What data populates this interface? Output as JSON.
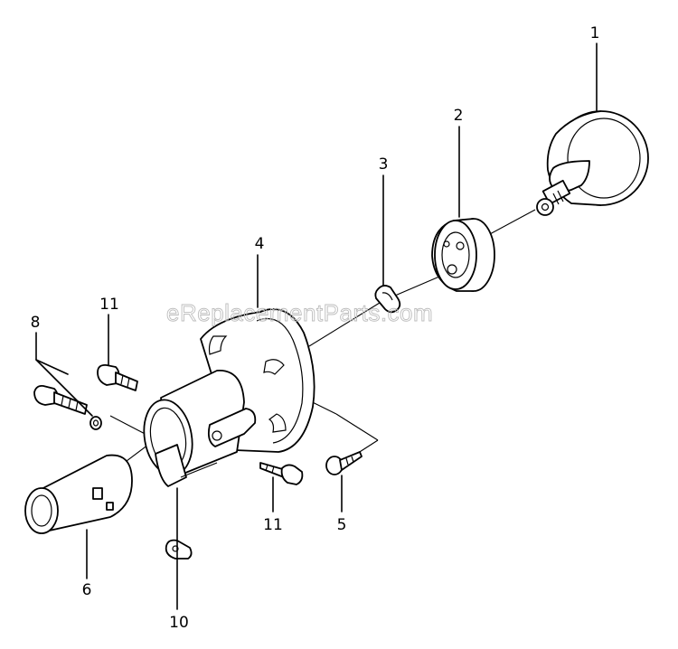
{
  "watermark": "eReplacementParts.com",
  "callouts": [
    {
      "id": "1",
      "label": "1"
    },
    {
      "id": "2",
      "label": "2"
    },
    {
      "id": "3",
      "label": "3"
    },
    {
      "id": "4",
      "label": "4"
    },
    {
      "id": "5",
      "label": "5"
    },
    {
      "id": "6",
      "label": "6"
    },
    {
      "id": "8",
      "label": "8"
    },
    {
      "id": "10",
      "label": "10"
    },
    {
      "id": "11a",
      "label": "11"
    },
    {
      "id": "11b",
      "label": "11"
    }
  ]
}
